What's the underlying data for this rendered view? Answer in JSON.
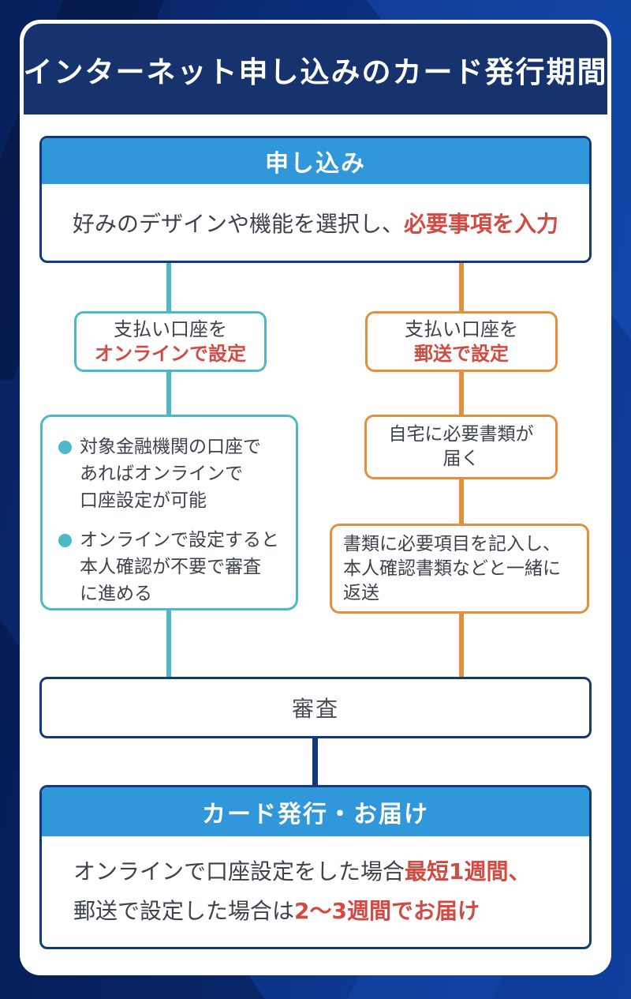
{
  "banner": {
    "title": "インターネット申し込みのカード発行期間"
  },
  "apply_box": {
    "header": "申し込み",
    "body_plain": "好みのデザインや機能を選択し、",
    "body_emphasis": "必要事項を入力"
  },
  "branches": {
    "online": {
      "label_plain": "支払い口座を",
      "label_emphasis": "オンラインで設定",
      "notes": [
        {
          "lines": [
            "対象金融機関の口座で",
            "あればオンラインで",
            "口座設定が可能"
          ]
        },
        {
          "lines": [
            "オンラインで設定すると",
            "本人確認が不要で審査",
            "に進める"
          ]
        }
      ]
    },
    "mail": {
      "label_plain": "支払い口座を",
      "label_emphasis": "郵送で設定",
      "steps": [
        {
          "lines": [
            "自宅に必要書類が",
            "届く"
          ]
        },
        {
          "lines": [
            "書類に必要項目を記入し、",
            "本人確認書類などと一緒に",
            "返送"
          ]
        }
      ]
    }
  },
  "review_box": {
    "label": "審査"
  },
  "final_box": {
    "header": "カード発行・お届け",
    "line1_plain": "オンラインで口座設定をした場合",
    "line1_emphasis": "最短1週間、",
    "line2_plain": "郵送で設定した場合は",
    "line2_emphasis": "2〜3週間でお届け"
  },
  "colors": {
    "background_blue": "#0a2c78",
    "banner_navy": "#16336e",
    "section_header_blue": "#2f97da",
    "outline_navy": "#123a78",
    "branch_teal": "#4db9c7",
    "branch_orange": "#e0903f",
    "emphasis_red": "#d14b42",
    "body_text": "#3d424c"
  }
}
